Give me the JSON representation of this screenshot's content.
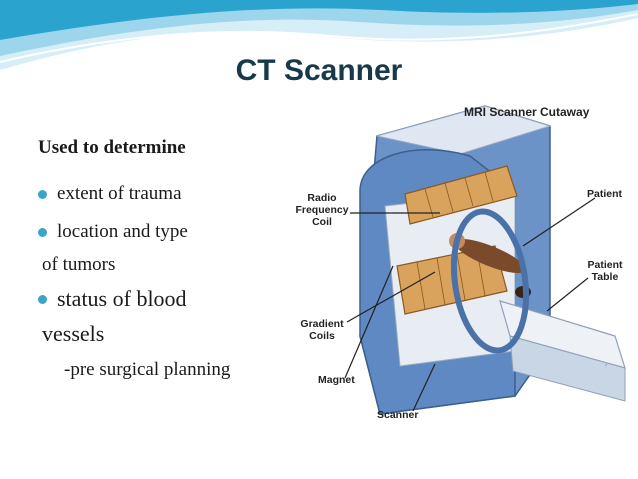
{
  "slide": {
    "title": "CT Scanner",
    "subtitle": "Used to determine",
    "bullets": [
      {
        "text": "extent of trauma",
        "bullet": true
      },
      {
        "text": "location and type",
        "bullet": true
      },
      {
        "text": "of tumors",
        "bullet": false
      },
      {
        "text": "status of blood",
        "bullet": true
      },
      {
        "text": "vessels",
        "bullet": false
      },
      {
        "text": "-pre surgical planning",
        "bullet": false
      }
    ]
  },
  "figure": {
    "heading": "MRI Scanner Cutaway",
    "labels": {
      "radio_1": "Radio",
      "radio_2": "Frequency",
      "radio_3": "Coil",
      "patient": "Patient",
      "patient_table_1": "Patient",
      "patient_table_2": "Table",
      "gradient_1": "Gradient",
      "gradient_2": "Coils",
      "magnet": "Magnet",
      "scanner": "Scanner"
    }
  },
  "colors": {
    "accent": "#3aa5c9",
    "title": "#17394a",
    "wave_light": "#d6eef7",
    "wave_mid": "#8fd0e8",
    "wave_dark": "#2aa3cf",
    "scanner_blue": "#5f89c3",
    "coil": "#d9a25d"
  }
}
